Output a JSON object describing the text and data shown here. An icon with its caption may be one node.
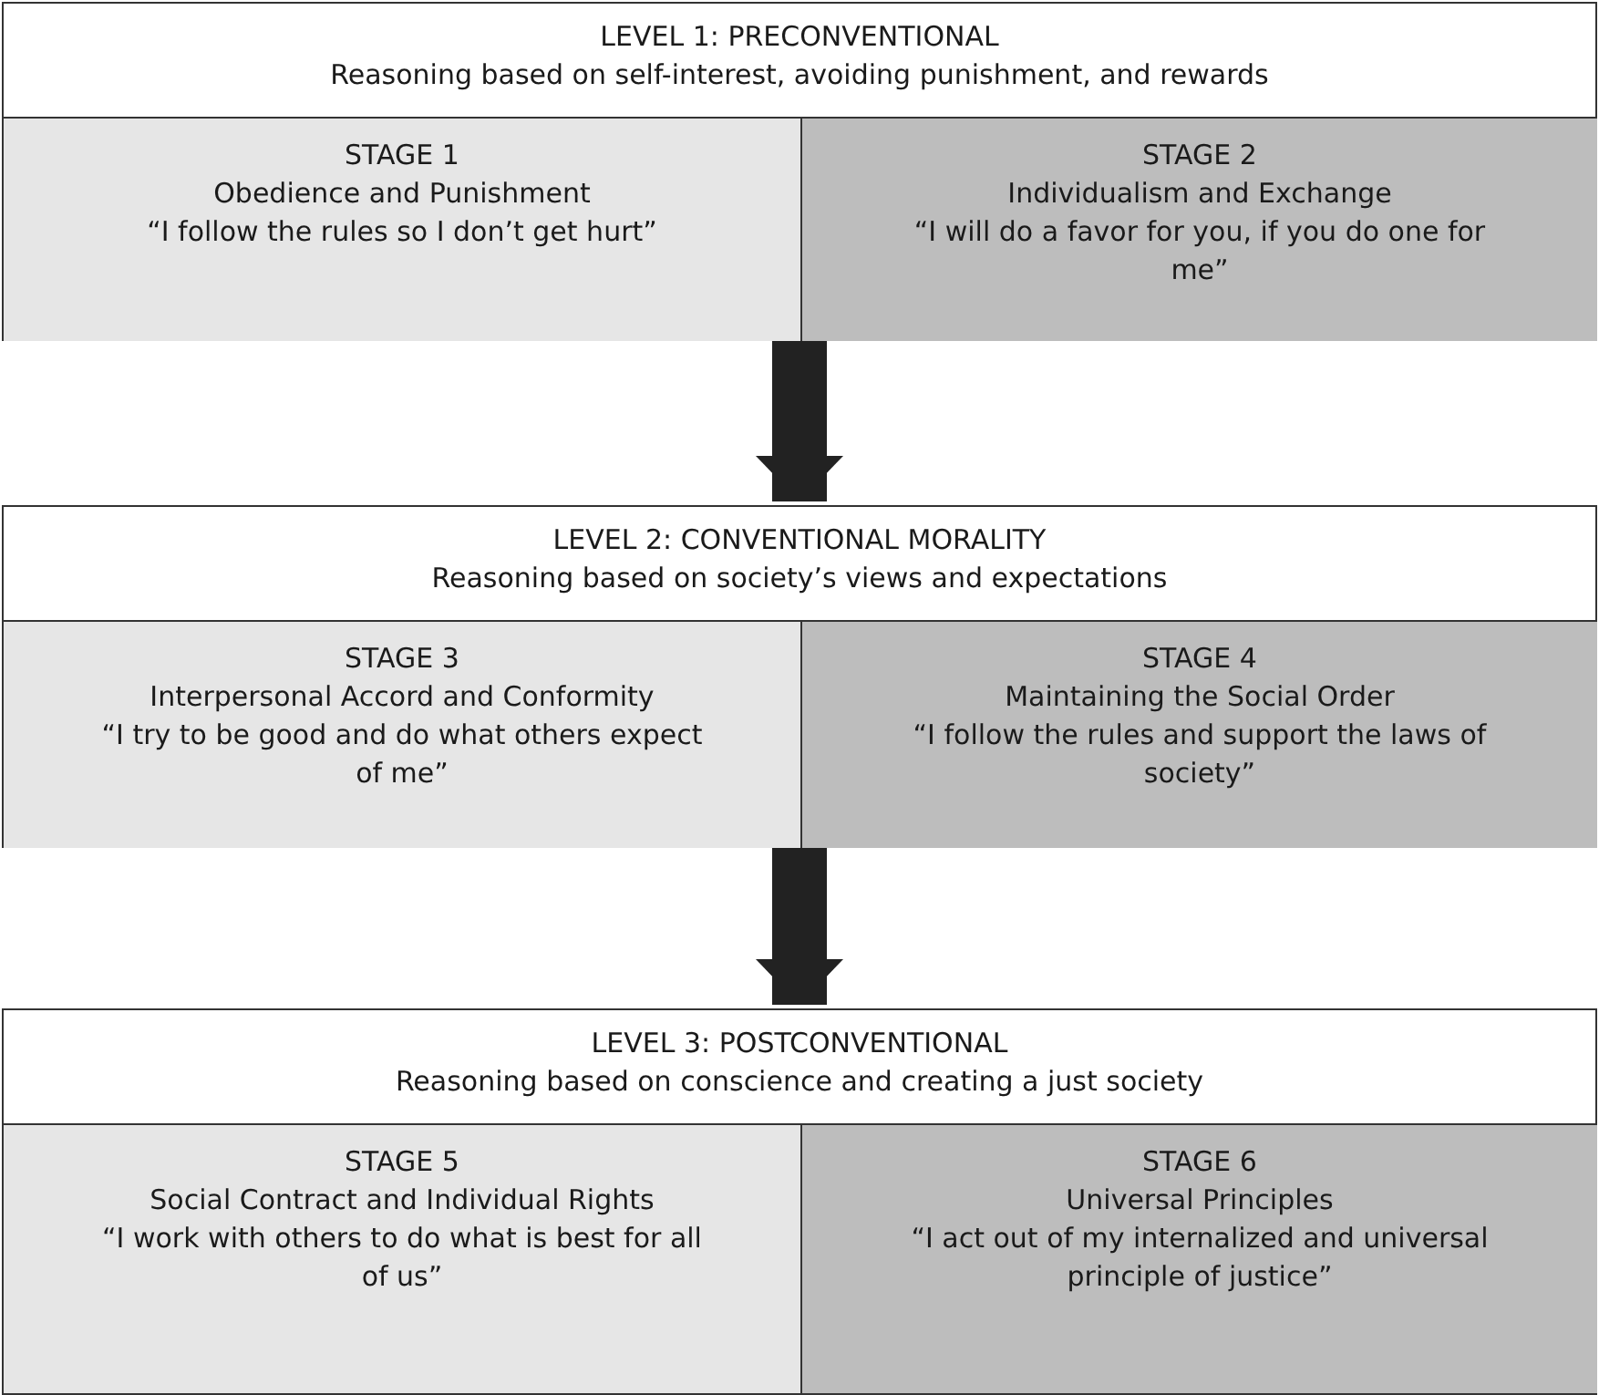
{
  "diagram": {
    "nodes": [
      {
        "text": [
          "LEVEL 1: PRECONVENTIONAL",
          "Reasoning based on self-interest, avoiding punishment, and rewards"
        ]
      },
      {
        "text": [
          "STAGE 1",
          "Obedience and Punishment",
          "“I follow the rules so I don’t get hurt”"
        ],
        "in": 0
      },
      {
        "text": [
          "STAGE 2",
          "Individualism and Exchange",
          "“I will do a favor for you, if you do one for me”"
        ],
        "in": 0
      },
      {
        "text": [
          "LEVEL 2: CONVENTIONAL MORALITY",
          "Reasoning based on society’s views and expectations"
        ]
      },
      {
        "text": [
          "STAGE 3",
          "Interpersonal Accord and Conformity",
          "“I try to be good and do what others expect of me”"
        ],
        "in": 3
      },
      {
        "text": [
          "STAGE 4",
          "Maintaining the Social Order",
          "“I follow the rules and support the laws of society”"
        ],
        "in": 3
      },
      {
        "text": [
          "LEVEL 3: POSTCONVENTIONAL",
          "Reasoning based on conscience and creating a just society"
        ]
      },
      {
        "text": [
          "STAGE 5",
          "Social Contract and Individual Rights",
          "“I work with others to do what is best for all of us”"
        ],
        "in": 6
      },
      {
        "text": [
          "STAGE 6",
          "Universal Principles",
          "“I act out of my internalized and universal principle of justice”"
        ],
        "in": 6
      }
    ],
    "edges": [
      {
        "from": 0,
        "to": 3,
        "arrow": "to"
      },
      {
        "from": 3,
        "to": 6,
        "arrow": "to"
      }
    ]
  }
}
